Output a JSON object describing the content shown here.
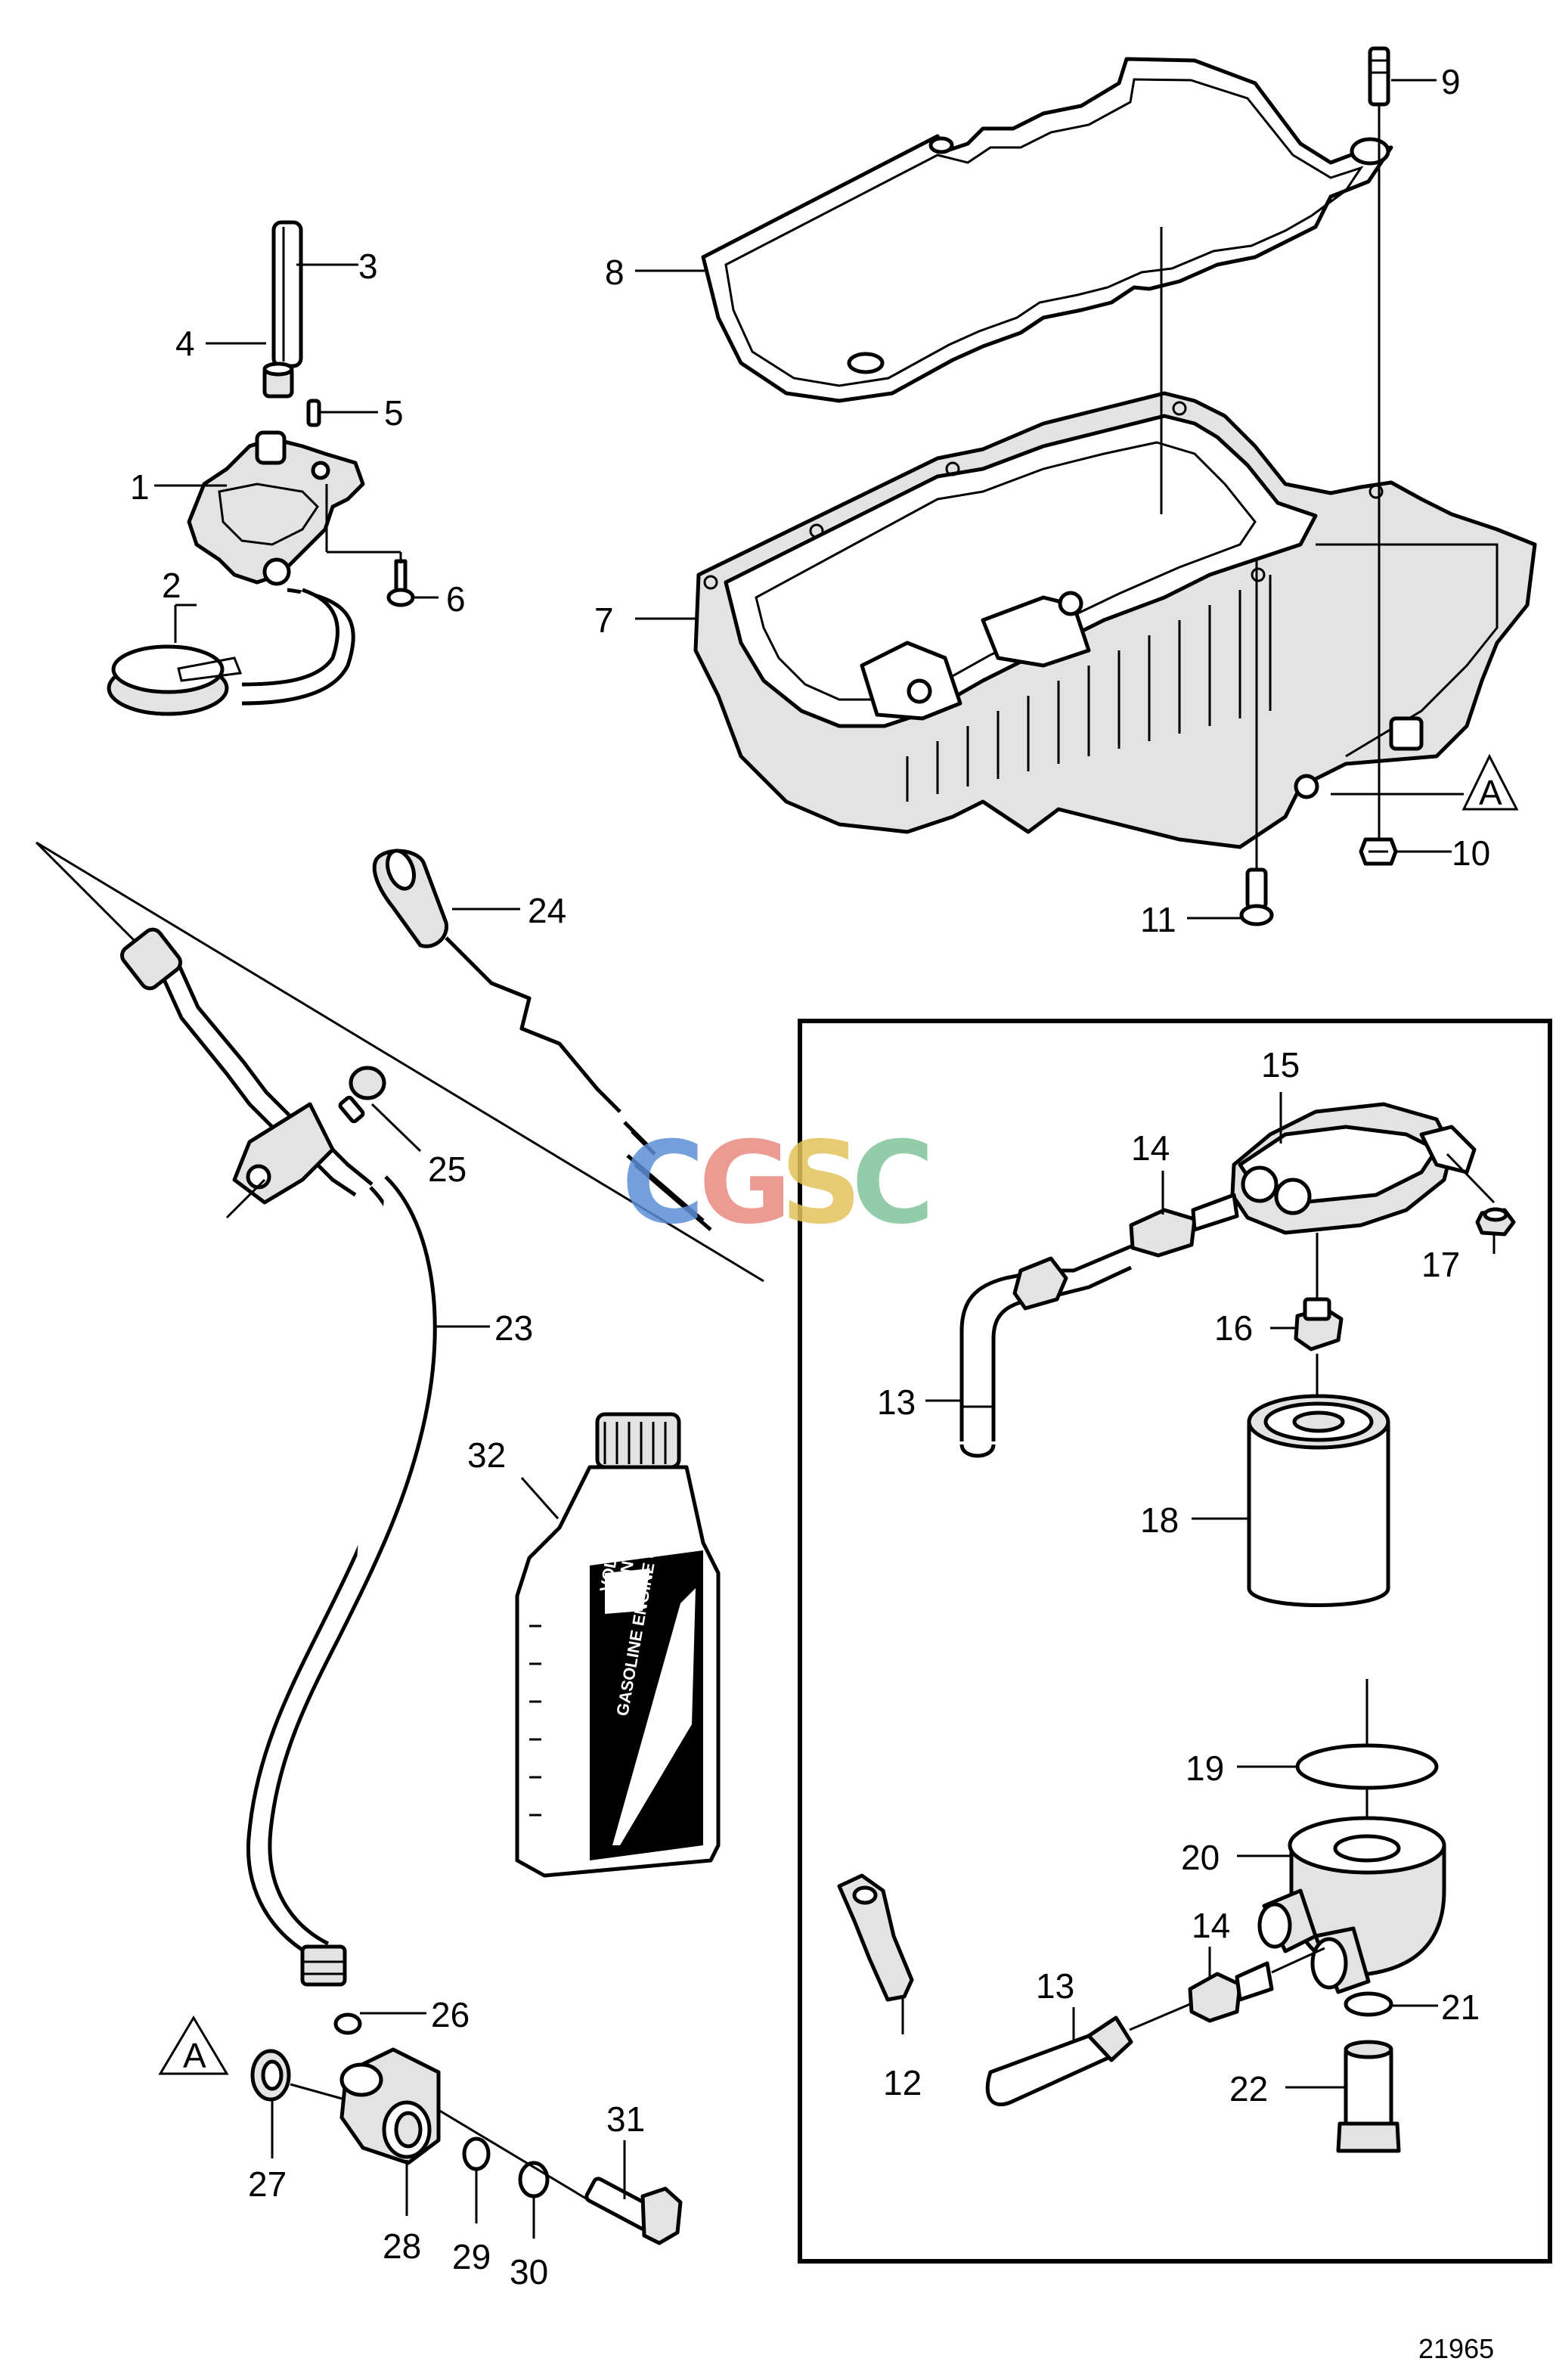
{
  "figure_id": "21965",
  "watermark": {
    "letters": [
      "C",
      "G",
      "S",
      "C"
    ],
    "colors": [
      "#5b8fd6",
      "#e88a7e",
      "#e3c25a",
      "#7fc49a"
    ]
  },
  "callouts": {
    "1": "1",
    "2": "2",
    "3": "3",
    "4": "4",
    "5": "5",
    "6": "6",
    "7": "7",
    "8": "8",
    "9": "9",
    "10": "10",
    "11": "11",
    "12": "12",
    "13a": "13",
    "13b": "13",
    "14a": "14",
    "14b": "14",
    "15": "15",
    "16": "16",
    "17": "17",
    "18": "18",
    "19": "19",
    "20": "20",
    "21": "21",
    "22": "22",
    "23": "23",
    "24": "24",
    "25": "25",
    "26": "26",
    "27": "27",
    "28": "28",
    "29": "29",
    "30": "30",
    "31": "31",
    "32": "32"
  },
  "reference_markers": {
    "top": "A",
    "bottom": "A"
  },
  "oil_bottle": {
    "brand_line1": "VOLVO",
    "brand_line2": "PENTA",
    "product": "GASOLINE ENGINE OIL"
  }
}
